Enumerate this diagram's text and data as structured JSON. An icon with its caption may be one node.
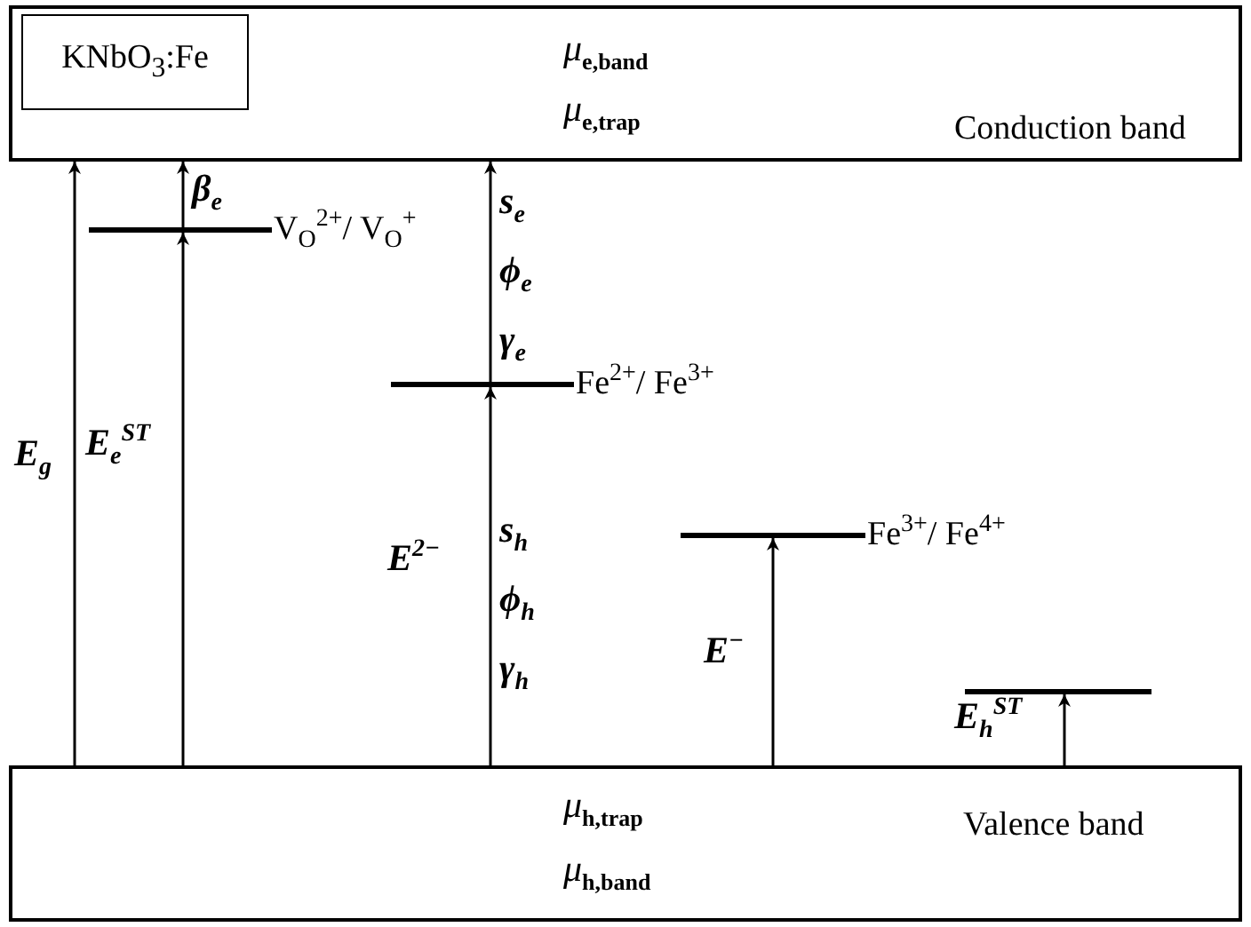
{
  "diagram": {
    "nodes": [
      {
        "text": [
          "μ$_{e,band}$",
          "μ$_{e,trap}$",
          "Conduction band"
        ]
      },
      {
        "text": [
          "KNbO$_{3}$:Fe"
        ],
        "in": 0
      },
      {
        "text": [
          "μ$_{h,trap}$",
          "μ$_{h,band}$",
          "Valence band"
        ]
      },
      {
        "text": [],
        "shape": "bar",
        "beside": [
          "V$_{O}$$^{2+}$/ V$_{O}$$^{+}$"
        ]
      },
      {
        "text": [],
        "shape": "bar",
        "beside": [
          "Fe$^{2+}$/ Fe$^{3+}$"
        ]
      },
      {
        "text": [],
        "shape": "bar",
        "beside": [
          "Fe$^{3+}$/ Fe$^{4+}$"
        ]
      },
      {
        "text": [],
        "shape": "bar"
      }
    ],
    "edges": [
      {
        "from": 2,
        "to": 0,
        "arrow": "to",
        "label": "E$_{g}$"
      },
      {
        "from": 2,
        "to": 3,
        "arrow": "to",
        "label": "E$_{e}$$^{ST}$"
      },
      {
        "from": 3,
        "to": 0,
        "arrow": "to",
        "label": "β$_{e}$"
      },
      {
        "from": 4,
        "to": 0,
        "arrow": "to",
        "label": "s$_{e}$ ϕ$_{e}$ γ$_{e}$"
      },
      {
        "from": 2,
        "to": 4,
        "arrow": "to",
        "label": "s$_{h}$ ϕ$_{h}$ γ$_{h}$"
      },
      {
        "from": 2,
        "to": 5,
        "arrow": "to",
        "label": "E$^{−}$"
      },
      {
        "from": 2,
        "to": 6,
        "arrow": "to",
        "label": "E$_{h}$$^{ST}$"
      }
    ],
    "labels": [
      "E$^{2−}$"
    ]
  }
}
